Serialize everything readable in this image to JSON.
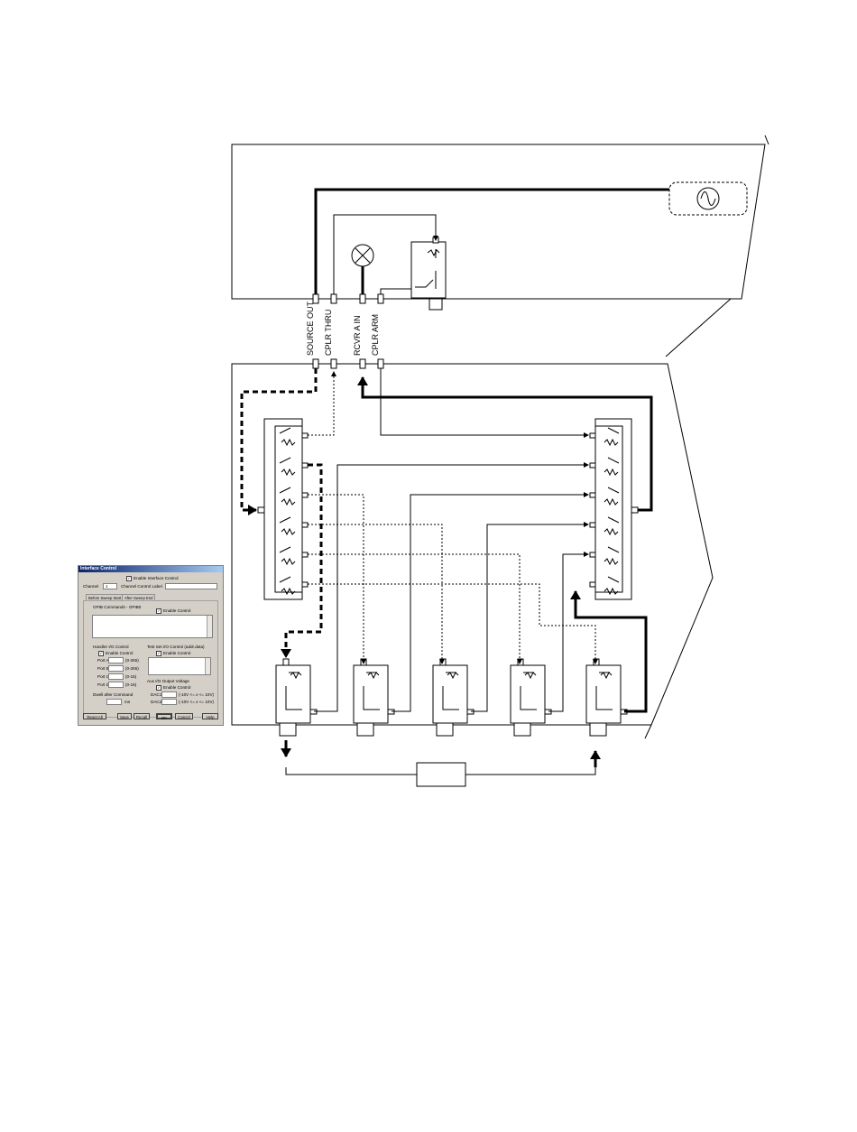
{
  "ports": {
    "source_out": "SOURCE OUT",
    "cplr_thru": "CPLR THRU",
    "rcvr_a_in": "RCVR   A IN",
    "cplr_arm": "CPLR ARM"
  },
  "dialog": {
    "title": "Interface Control",
    "enable_interface_control": "Enable Interface Control",
    "channel_label": "Channel",
    "channel_value": "1",
    "channel_control_label": "Channel Control Label",
    "tabs": [
      "Before Sweep Start",
      "After Sweep End"
    ],
    "gpib_commands": "GPIB Commands - GPIB0",
    "enable_control": "Enable Control",
    "handler_io_control": "Handler I/O Control",
    "handler_enable": "Enable Control",
    "ports": [
      {
        "name": "Port A",
        "range": "(0-255)"
      },
      {
        "name": "Port B",
        "range": "(0-255)"
      },
      {
        "name": "Port C",
        "range": "(0-15)"
      },
      {
        "name": "Port D",
        "range": "(0-15)"
      }
    ],
    "dwell_label": "Dwell after Command",
    "dwell_unit": "ms",
    "test_set_io": "Test Set I/O Control (addr.data)",
    "test_set_enable": "Enable Control",
    "aux_io": "Aux I/O Output Voltage",
    "aux_enable": "Enable Control",
    "dac1": "DAC1",
    "dac1_range": "(-10V <= x <= 10V)",
    "dac2": "DAC2",
    "dac2_range": "(-10V <= x <= 10V)",
    "buttons": [
      "Reset All",
      "Save",
      "Recall",
      "OK",
      "Cancel",
      "Help"
    ]
  }
}
